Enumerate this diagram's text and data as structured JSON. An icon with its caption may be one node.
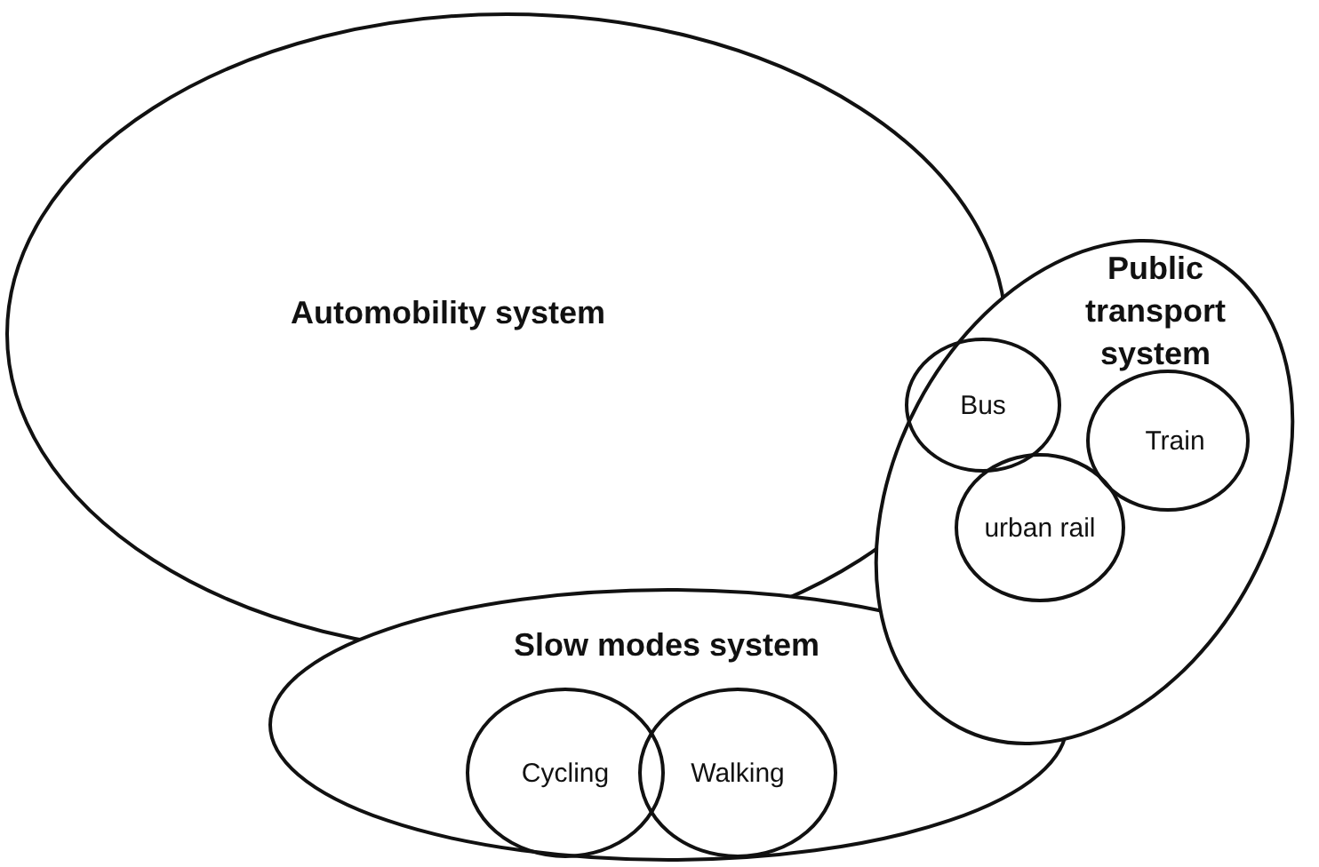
{
  "diagram": {
    "nodes": [
      {
        "text": [
          "Automobility system"
        ]
      },
      {
        "text": [
          "Slow modes system"
        ]
      },
      {
        "text": [
          "Cycling"
        ],
        "in": 1
      },
      {
        "text": [
          "Walking"
        ],
        "in": 1
      },
      {
        "text": [
          "Public transport system"
        ]
      },
      {
        "text": [
          "Bus"
        ],
        "in": 4
      },
      {
        "text": [
          "Train"
        ],
        "in": 4
      },
      {
        "text": [
          "urban rail"
        ],
        "in": 4
      }
    ]
  }
}
